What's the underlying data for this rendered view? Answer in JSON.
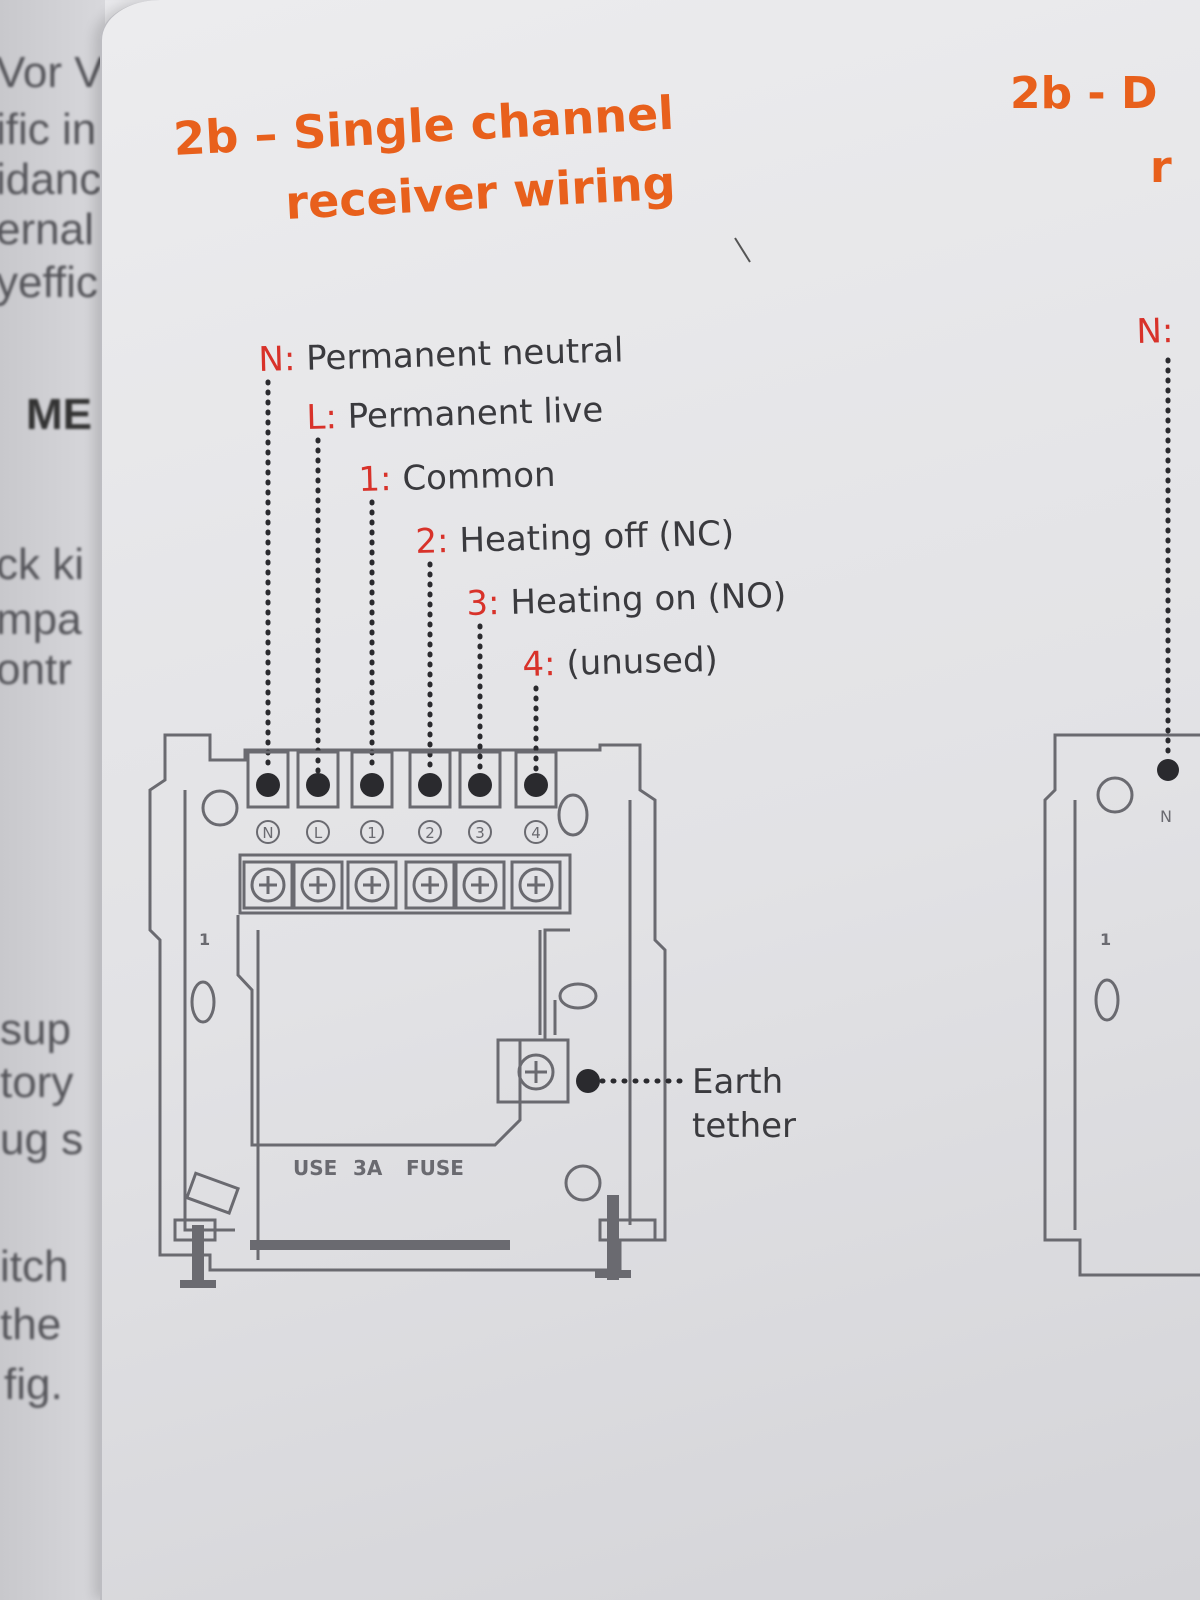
{
  "left_page": {
    "fragments": [
      "Vor Vo",
      "ific in",
      "idanc",
      "ernal",
      "yeffic",
      "ME",
      "ck ki",
      "mpa",
      "ontr",
      "sup",
      "tory",
      "ug s",
      "itch",
      "the",
      "fig."
    ]
  },
  "heading": {
    "line1": "2b – Single channel",
    "line2": "receiver wiring"
  },
  "terminal_labels": [
    {
      "code": "N:",
      "text": "Permanent neutral"
    },
    {
      "code": "L:",
      "text": "Permanent live"
    },
    {
      "code": "1:",
      "text": "Common"
    },
    {
      "code": "2:",
      "text": "Heating off (NC)"
    },
    {
      "code": "3:",
      "text": "Heating on (NO)"
    },
    {
      "code": "4:",
      "text": "(unused)"
    }
  ],
  "terminal_marks": [
    "N",
    "L",
    "1",
    "2",
    "3",
    "4"
  ],
  "switch_marks": {
    "on": "1",
    "off": "0"
  },
  "fuse_text": {
    "a": "USE",
    "b": "3A",
    "c": "FUSE"
  },
  "earth": {
    "line1": "Earth",
    "line2": "tether"
  },
  "right_page": {
    "heading_fragment": "2b - D",
    "heading_line2_fragment": "r",
    "label_fragment": "N:",
    "switch_on": "1",
    "switch_off": "0",
    "terminal_fragment": "N"
  },
  "colors": {
    "accent": "#e8601c",
    "code_red": "#d8322a",
    "ink": "#3a3a3e"
  }
}
